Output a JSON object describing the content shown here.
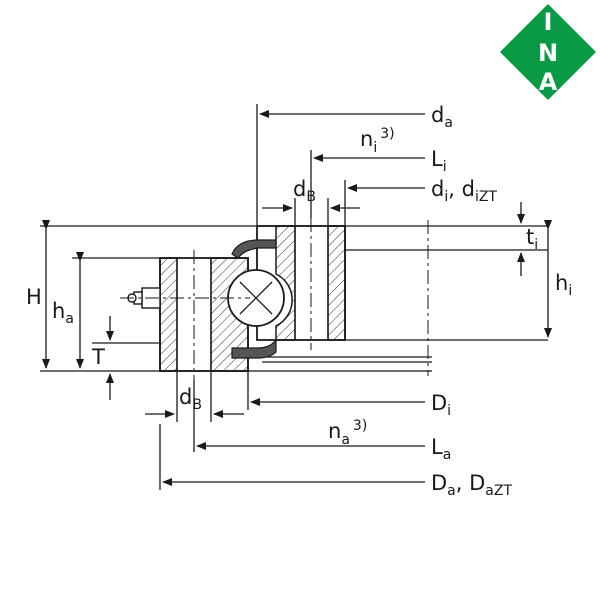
{
  "logo": {
    "brand": "INA",
    "letters": [
      "I",
      "N",
      "A"
    ],
    "color": "#0a9a46"
  },
  "labels": {
    "da": {
      "main": "d",
      "sub": "a"
    },
    "ni": {
      "main": "n",
      "sub": "i",
      "sup": "3)"
    },
    "Li": {
      "main": "L",
      "sub": "i"
    },
    "dB_top": {
      "main": "d",
      "sub": "B"
    },
    "di": {
      "main": "d",
      "sub": "i",
      "sep": ", ",
      "main2": "d",
      "sub2": "iZT"
    },
    "ti": {
      "main": "t",
      "sub": "i"
    },
    "hi": {
      "main": "h",
      "sub": "i"
    },
    "H": {
      "main": "H"
    },
    "ha": {
      "main": "h",
      "sub": "a"
    },
    "T": {
      "main": "T"
    },
    "dB_bottom": {
      "main": "d",
      "sub": "B"
    },
    "Di": {
      "main": "D",
      "sub": "i"
    },
    "na": {
      "main": "n",
      "sub": "a",
      "sup": "3)"
    },
    "La": {
      "main": "L",
      "sub": "a"
    },
    "Da": {
      "main": "D",
      "sub": "a",
      "sep": ", ",
      "main2": "D",
      "sub2": "aZT"
    }
  }
}
